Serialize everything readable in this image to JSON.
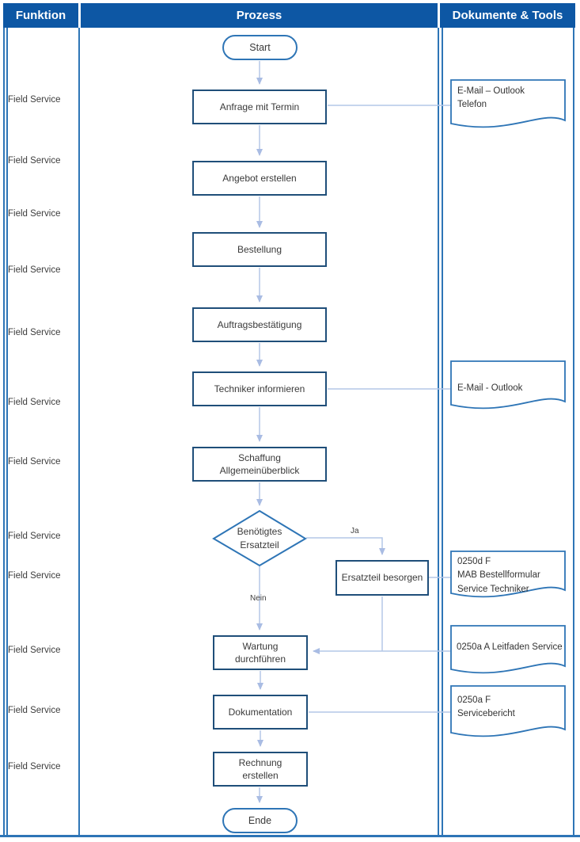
{
  "header": {
    "columns": [
      "Funktion",
      "Prozess",
      "Dokumente & Tools"
    ]
  },
  "function_labels": [
    "Field Service",
    "Field Service",
    "Field Service",
    "Field Service",
    "Field Service",
    "Field Service",
    "Field Service",
    "Field Service",
    "Field Service",
    "Field Service",
    "Field Service",
    "Field Service"
  ],
  "nodes": {
    "start": "Start",
    "anfrage": "Anfrage mit Termin",
    "angebot": "Angebot erstellen",
    "bestellung": "Bestellung",
    "auftragsbestaetigung": "Auftragsbestätigung",
    "techniker": "Techniker informieren",
    "schaffung": "Schaffung\nAllgemeinüberblick",
    "decision": "Benötigtes\nErsatzteil",
    "ersatzteil": "Ersatzteil besorgen",
    "wartung": "Wartung\ndurchführen",
    "dokumentation": "Dokumentation",
    "rechnung": "Rechnung\nerstellen",
    "ende": "Ende"
  },
  "edge_labels": {
    "ja": "Ja",
    "nein": "Nein"
  },
  "documents": [
    "E-Mail – Outlook\nTelefon",
    "E-Mail - Outlook",
    "0250d F\nMAB Bestellformular\nService Techniker",
    "0250a A Leitfaden Service",
    "0250a F\nServicebericht"
  ],
  "colors": {
    "header_bg": "#0d57a4",
    "header_text": "#ffffff",
    "lane_border": "#2e75b6",
    "process_border": "#1f4e79",
    "terminator_border": "#2e75b6",
    "document_border": "#2e75b6",
    "connector": "#b4c7e7",
    "text": "#3a3a3a"
  }
}
